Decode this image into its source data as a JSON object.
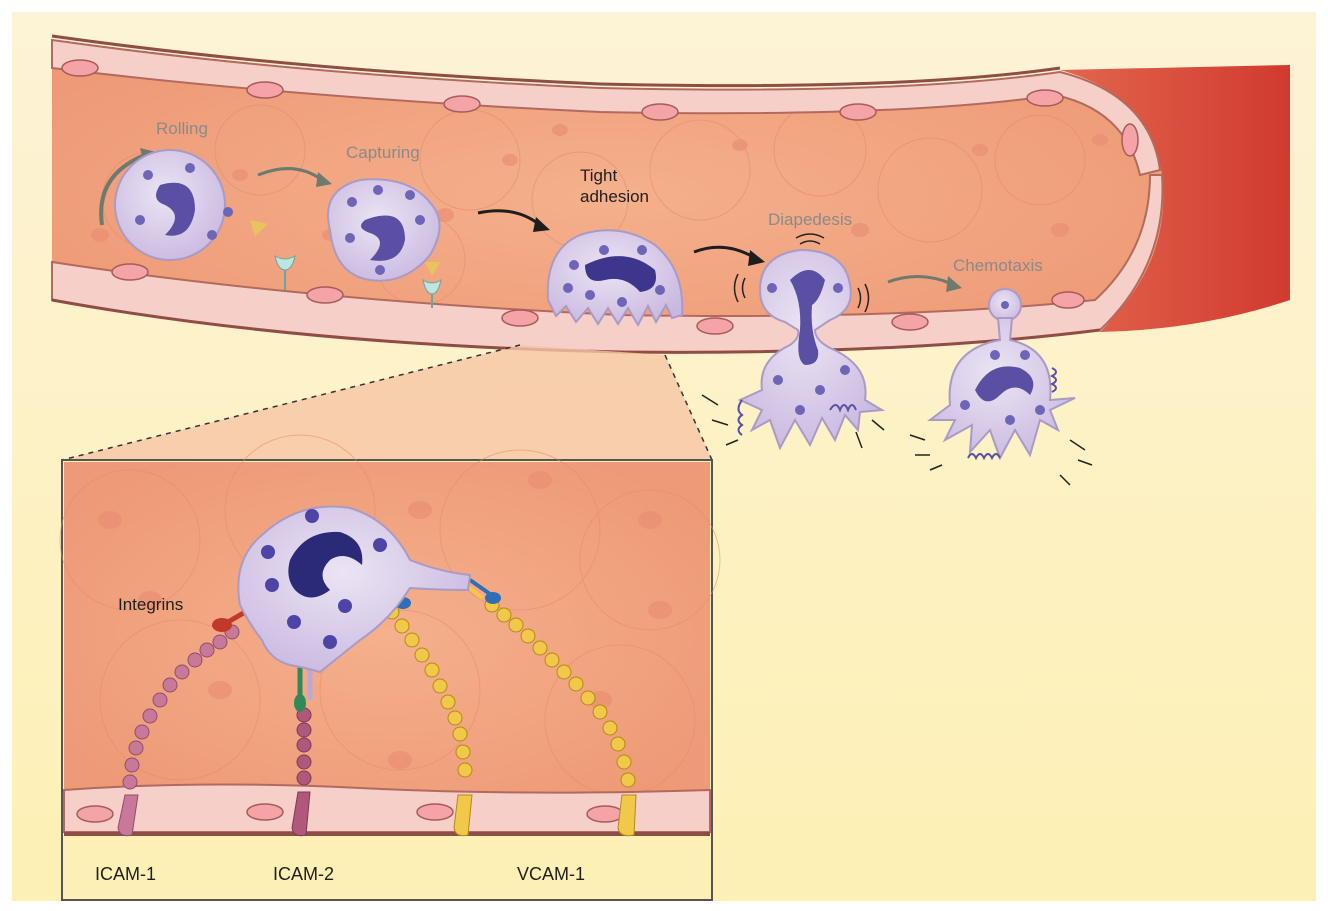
{
  "stages": {
    "rolling": "Rolling",
    "capturing": "Capturing",
    "tight_adhesion_line1": "Tight",
    "tight_adhesion_line2": "adhesion",
    "diapedesis": "Diapedesis",
    "chemotaxis": "Chemotaxis"
  },
  "inset": {
    "integrins": "Integrins",
    "molecules": [
      "ICAM-1",
      "ICAM-2",
      "VCAM-1"
    ]
  },
  "colors": {
    "background": "#fdf4d2",
    "tissue": "#f3a782",
    "vessel_wall": "#f6c9c3",
    "vessel_outer": "#d9493a",
    "leukocyte": "#d9cbe8",
    "nucleus": "#5a4fa3",
    "icam1": "#c8799a",
    "icam2": "#b0587c",
    "vcam1": "#f1c84a"
  }
}
